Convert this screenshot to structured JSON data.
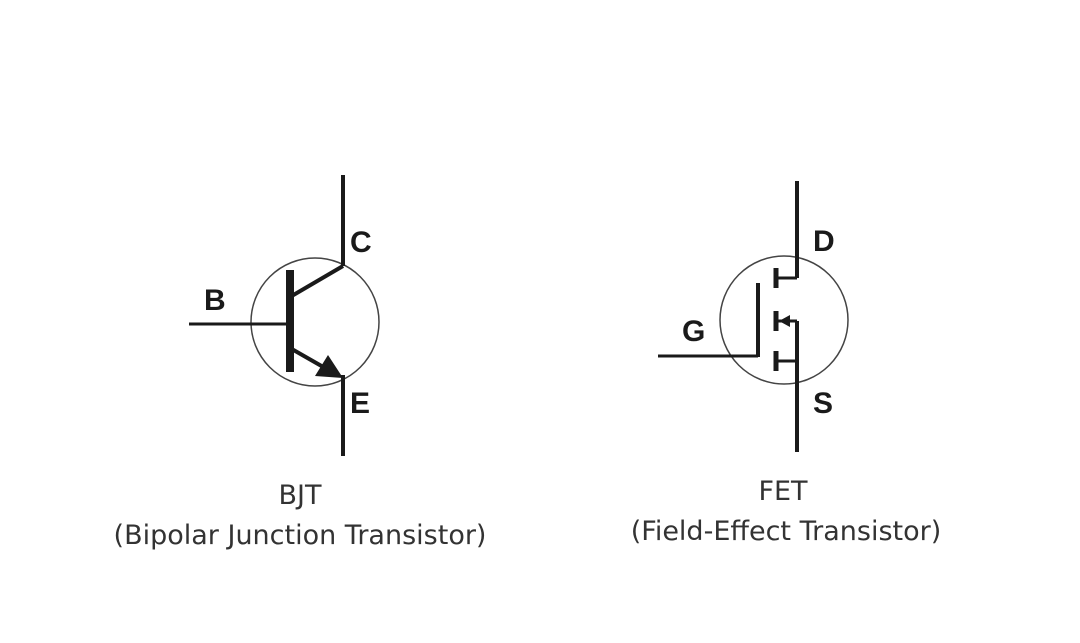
{
  "bjt": {
    "labels": {
      "collector": "C",
      "base": "B",
      "emitter": "E"
    },
    "caption_short": "BJT",
    "caption_long": "(Bipolar Junction Transistor)"
  },
  "fet": {
    "labels": {
      "drain": "D",
      "gate": "G",
      "source": "S"
    },
    "caption_short": "FET",
    "caption_long": "(Field-Effect Transistor)"
  },
  "colors": {
    "line": "#1a1a1a",
    "text": "#333333",
    "background": "#ffffff"
  }
}
